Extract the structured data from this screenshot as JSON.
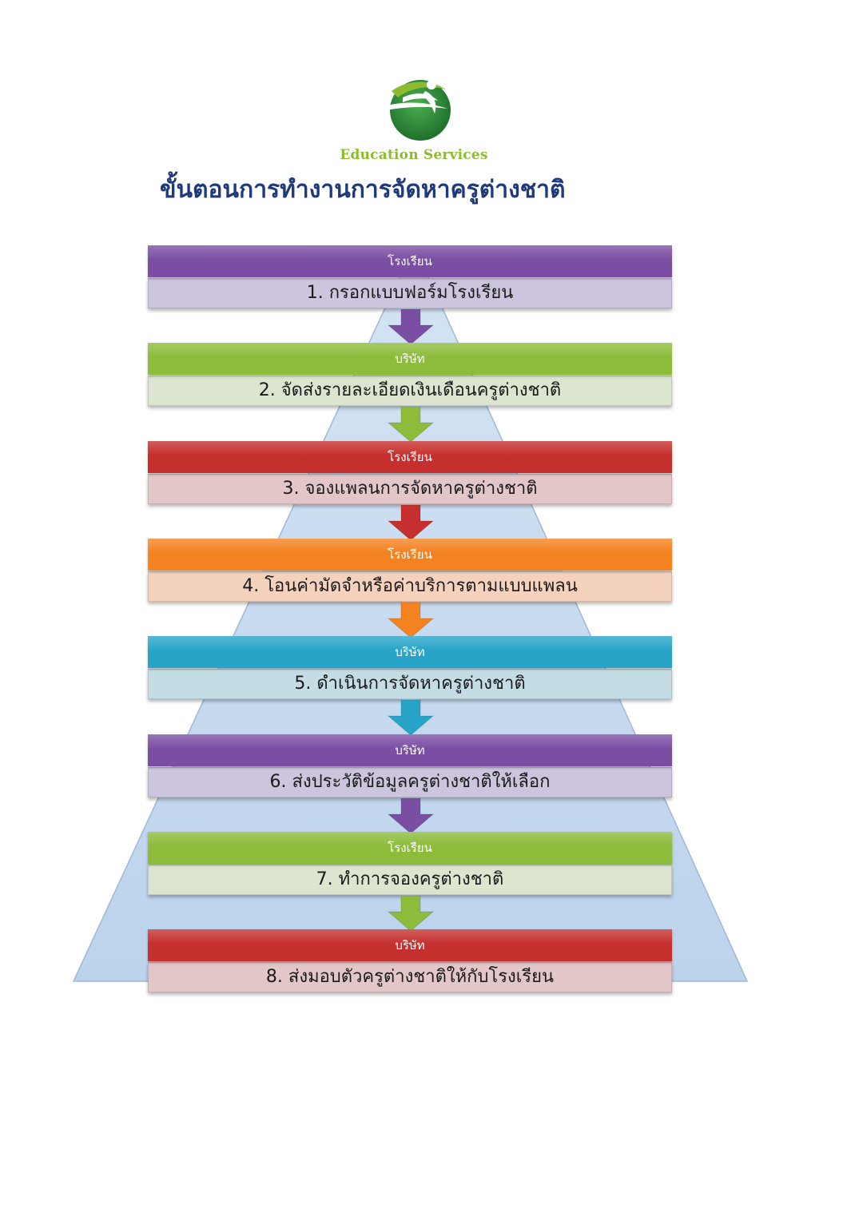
{
  "header": {
    "logo_text": "Education Services",
    "title": "ขั้นตอนการทำงานการจัดหาครูต่างชาติ"
  },
  "steps": [
    {
      "actor": "โรงเรียน",
      "label": "1. กรอกแบบฟอร์มโรงเรียน",
      "color": "#7a4ea3",
      "light": "#cdc5dd"
    },
    {
      "actor": "บริษัท",
      "label": "2. จัดส่งรายละเอียดเงินเดือนครูต่างชาติ",
      "color": "#8cbc3a",
      "light": "#dbe5cf"
    },
    {
      "actor": "โรงเรียน",
      "label": "3. จองแพลนการจัดหาครูต่างชาติ",
      "color": "#c5302e",
      "light": "#e3c7c8"
    },
    {
      "actor": "โรงเรียน",
      "label": "4. โอนค่ามัดจำหรือค่าบริการตามแบบแพลน",
      "color": "#f58220",
      "light": "#f4d2bd"
    },
    {
      "actor": "บริษัท",
      "label": "5. ดำเนินการจัดหาครูต่างชาติ",
      "color": "#27a4c8",
      "light": "#c4dde4"
    },
    {
      "actor": "บริษัท",
      "label": "6. ส่งประวัติข้อมูลครูต่างชาติให้เลือก",
      "color": "#7a4ea3",
      "light": "#cdc5dd"
    },
    {
      "actor": "โรงเรียน",
      "label": "7. ทำการจองครูต่างชาติ",
      "color": "#8cbc3a",
      "light": "#dbe5cf"
    },
    {
      "actor": "บริษัท",
      "label": "8. ส่งมอบตัวครูต่างชาติให้กับโรงเรียน",
      "color": "#c5302e",
      "light": "#e3c7c8"
    }
  ],
  "colors": {
    "pyramid_fill": "#c6d9ee",
    "pyramid_stroke": "#9eb8d6",
    "title": "#1f3a7a",
    "logo_green": "#2e7d32",
    "logo_lime": "#8dbb2f"
  }
}
